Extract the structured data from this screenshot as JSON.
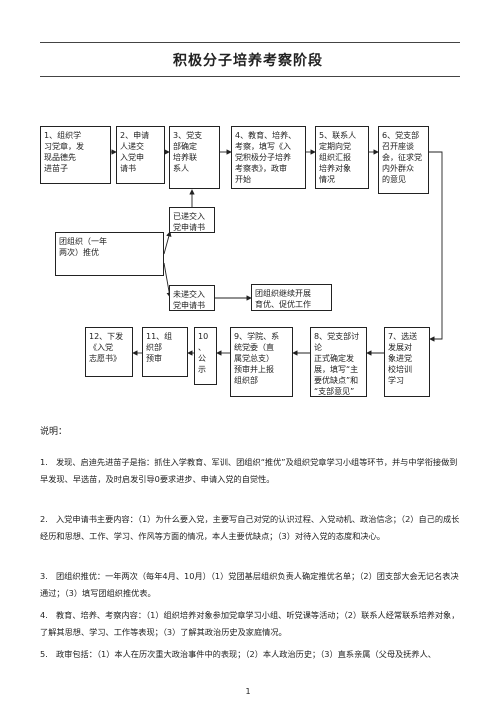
{
  "document": {
    "title": "积极分子培养考察阶段",
    "flow": {
      "b1": "1、组织学\n习党章，发\n现品德先\n进苗子",
      "b2": "2、申请\n人递交\n入党申\n请书",
      "b3": "3、党支\n部确定\n培养联\n系人",
      "b4": "4、教育、培养、\n考察，填写《入\n党积极分子培养\n考察表》，政审\n开始",
      "b5": "5、联系人\n定期向党\n组织汇报\n培养对象\n情况",
      "b6": "6、党支部\n召开座谈\n会，征求党\n内外群众\n的意见",
      "b7": "7、选送\n发展对\n象进党\n校培训\n学习",
      "b8": "8、党支部讨论\n正式确定发\n展，填写“主\n要优缺点”和\n“支部意见”",
      "b9": "9、学院、系\n统党委（直\n属党总支）\n预审并上报\n组织部",
      "b10": "10\n、\n公\n示",
      "b11": "11、组\n织部\n预审",
      "b12": "12、下发\n《入党\n志愿书》",
      "tuijian": "团组织（一年\n两次）推优",
      "yidi": "已递交入\n党申请书",
      "weidi": "未递交入\n党申请书",
      "jixu": "团组织继续开展\n育优、促优工作"
    },
    "notes_label": "说明：",
    "notes": [
      "1.　发现、启迪先进苗子是指：抓住入学教育、军训、团组织“推优”及组织党章学习小组等环节，并与中学衔接做到早发现、早选苗，及时启发引导0要求进步、申请入党的自觉性。",
      "2.　入党申请书主要内容：（1）为什么要入党，主要写自己对党的认识过程、入党动机、政治信念；（2）自己的成长经历和思想、工作、学习、作风等方面的情况，本人主要优缺点；（3）对待入党的态度和决心。",
      "3.　团组织推优：一年两次（每年4月、10月）（1）党团基层组织负责人确定推优名单；（2）团支部大会无记名表决通过；（3）填写团组织推优表。",
      "4.　教育、培养、考察内容：（1）组织培养对象参加党章学习小组、听党课等活动；（2）联系人经常联系培养对象，了解其思想、学习、工作等表现；（3）了解其政治历史及家庭情况。",
      "5.　政审包括：（1）本人在历次重大政治事件中的表现；（2）本人政治历史；（3）直系亲属（父母及抚养人、"
    ],
    "page_number": "1"
  }
}
